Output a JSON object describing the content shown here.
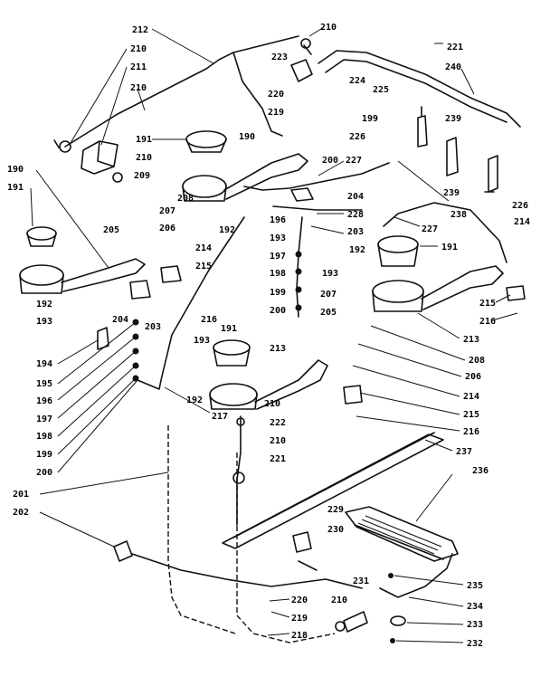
{
  "diagram": {
    "callouts": [
      {
        "id": "c212a",
        "text": "212"
      },
      {
        "id": "c210a",
        "text": "210"
      },
      {
        "id": "c210b",
        "text": "210"
      },
      {
        "id": "c211",
        "text": "211"
      },
      {
        "id": "c210c",
        "text": "210"
      },
      {
        "id": "c223",
        "text": "223"
      },
      {
        "id": "c221a",
        "text": "221"
      },
      {
        "id": "c240",
        "text": "240"
      },
      {
        "id": "c224",
        "text": "224"
      },
      {
        "id": "c225",
        "text": "225"
      },
      {
        "id": "c220a",
        "text": "220"
      },
      {
        "id": "c219a",
        "text": "219"
      },
      {
        "id": "c199a",
        "text": "199"
      },
      {
        "id": "c226a",
        "text": "226"
      },
      {
        "id": "c239a",
        "text": "239"
      },
      {
        "id": "c191a",
        "text": "191"
      },
      {
        "id": "c190a",
        "text": "190"
      },
      {
        "id": "c210d",
        "text": "210"
      },
      {
        "id": "c200a",
        "text": "200"
      },
      {
        "id": "c227a",
        "text": "227"
      },
      {
        "id": "c209",
        "text": "209"
      },
      {
        "id": "c190b",
        "text": "190"
      },
      {
        "id": "c191b",
        "text": "191"
      },
      {
        "id": "c208a",
        "text": "208"
      },
      {
        "id": "c204a",
        "text": "204"
      },
      {
        "id": "c207a",
        "text": "207"
      },
      {
        "id": "c239b",
        "text": "239"
      },
      {
        "id": "c226b",
        "text": "226"
      },
      {
        "id": "c228",
        "text": "228"
      },
      {
        "id": "c206a",
        "text": "206"
      },
      {
        "id": "c192a",
        "text": "192"
      },
      {
        "id": "c196a",
        "text": "196"
      },
      {
        "id": "c238",
        "text": "238"
      },
      {
        "id": "c214a",
        "text": "214"
      },
      {
        "id": "c193a",
        "text": "193"
      },
      {
        "id": "c203a",
        "text": "203"
      },
      {
        "id": "c227b",
        "text": "227"
      },
      {
        "id": "c205a",
        "text": "205"
      },
      {
        "id": "c214b",
        "text": "214"
      },
      {
        "id": "c192b",
        "text": "192"
      },
      {
        "id": "c191c",
        "text": "191"
      },
      {
        "id": "c197a",
        "text": "197"
      },
      {
        "id": "c215a",
        "text": "215"
      },
      {
        "id": "c198a",
        "text": "198"
      },
      {
        "id": "c193b",
        "text": "193"
      },
      {
        "id": "c199b",
        "text": "199"
      },
      {
        "id": "c215b",
        "text": "215"
      },
      {
        "id": "c200b",
        "text": "200"
      },
      {
        "id": "c216a",
        "text": "216"
      },
      {
        "id": "c192c",
        "text": "192"
      },
      {
        "id": "c216b",
        "text": "216"
      },
      {
        "id": "c207b",
        "text": "207"
      },
      {
        "id": "c193c",
        "text": "193"
      },
      {
        "id": "c204b",
        "text": "204"
      },
      {
        "id": "c205b",
        "text": "205"
      },
      {
        "id": "c203b",
        "text": "203"
      },
      {
        "id": "c213a",
        "text": "213"
      },
      {
        "id": "c194",
        "text": "194"
      },
      {
        "id": "c191d",
        "text": "191"
      },
      {
        "id": "c213b",
        "text": "213"
      },
      {
        "id": "c208b",
        "text": "208"
      },
      {
        "id": "c195",
        "text": "195"
      },
      {
        "id": "c193d",
        "text": "193"
      },
      {
        "id": "c206b",
        "text": "206"
      },
      {
        "id": "c196b",
        "text": "196"
      },
      {
        "id": "c214c",
        "text": "214"
      },
      {
        "id": "c192d",
        "text": "192"
      },
      {
        "id": "c197b",
        "text": "197"
      },
      {
        "id": "c215c",
        "text": "215"
      },
      {
        "id": "c198b",
        "text": "198"
      },
      {
        "id": "c217",
        "text": "217"
      },
      {
        "id": "c216c",
        "text": "216"
      },
      {
        "id": "c199c",
        "text": "199"
      },
      {
        "id": "c210e",
        "text": "210"
      },
      {
        "id": "c222",
        "text": "222"
      },
      {
        "id": "c200c",
        "text": "200"
      },
      {
        "id": "c210f",
        "text": "210"
      },
      {
        "id": "c237",
        "text": "237"
      },
      {
        "id": "c221b",
        "text": "221"
      },
      {
        "id": "c236",
        "text": "236"
      },
      {
        "id": "c201",
        "text": "201"
      },
      {
        "id": "c229",
        "text": "229"
      },
      {
        "id": "c202",
        "text": "202"
      },
      {
        "id": "c230",
        "text": "230"
      },
      {
        "id": "c231",
        "text": "231"
      },
      {
        "id": "c235",
        "text": "235"
      },
      {
        "id": "c220b",
        "text": "220"
      },
      {
        "id": "c234",
        "text": "234"
      },
      {
        "id": "c219b",
        "text": "219"
      },
      {
        "id": "c210g",
        "text": "210"
      },
      {
        "id": "c233",
        "text": "233"
      },
      {
        "id": "c218",
        "text": "218"
      },
      {
        "id": "c232",
        "text": "232"
      }
    ]
  }
}
